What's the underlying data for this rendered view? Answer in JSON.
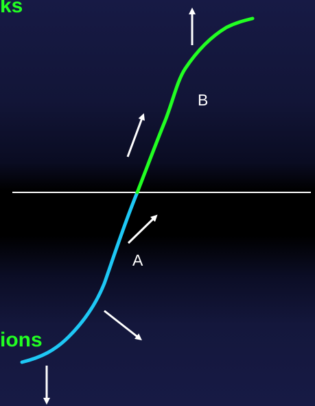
{
  "labels": {
    "top_left_fragment": "ks",
    "bottom_left_fragment": "ions",
    "point_a": "A",
    "point_b": "B"
  },
  "colors": {
    "upper_curve": "#22ff22",
    "lower_curve": "#1ec8f5",
    "arrows": "#ffffff",
    "horizontal_line": "#ffffff",
    "fragment_text": "#22ff22",
    "background": "#171a45"
  }
}
